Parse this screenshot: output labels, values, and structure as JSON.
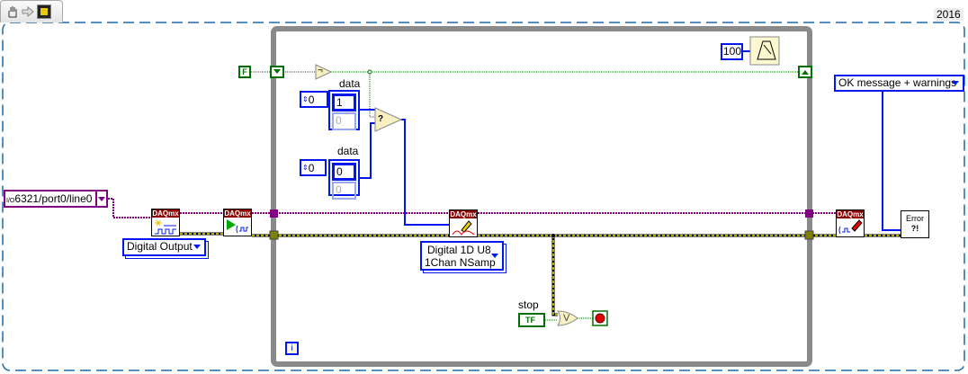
{
  "toolbar": {
    "icons": [
      "hand-icon",
      "run-arrow-icon",
      "vi-icon"
    ]
  },
  "version": "2016",
  "constants": {
    "false_bool": "F",
    "wait_ms": "100",
    "loop_index": "i"
  },
  "arrays": [
    {
      "label": "data",
      "index": "0",
      "values": [
        "1",
        "0"
      ]
    },
    {
      "label": "data",
      "index": "0",
      "values": [
        "0",
        "0"
      ]
    }
  ],
  "channel": {
    "prefix": "I/O",
    "value": "6321/port0/line0"
  },
  "rings": {
    "channel_type": "Digital Output",
    "write_mode_line1": "Digital 1D U8",
    "write_mode_line2": "1Chan NSamp",
    "error_dialog": "OK message + warnings"
  },
  "nodes": {
    "daqmx_header": "DAQmx",
    "error_text": "Error",
    "error_glyph": "?!",
    "not_glyph": "¬",
    "or_glyph": "V",
    "select_glyph": "?"
  },
  "stop": {
    "label": "stop",
    "value": "TF"
  },
  "colors": {
    "loop_border": "#8a8a8a",
    "wire_numeric": "#0018f0",
    "wire_bool": "#007000",
    "wire_error": "#c8c800",
    "wire_task": "#800080",
    "daqmx_header": "#8b0000"
  }
}
